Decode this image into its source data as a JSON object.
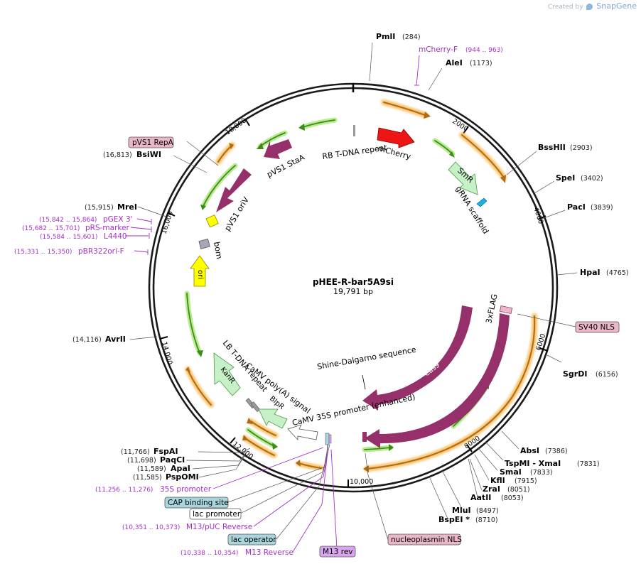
{
  "credit": {
    "prefix": "Created by",
    "brand": "SnapGene"
  },
  "plasmid": {
    "name": "pHEE-R-bar5A9si",
    "length": "19,791 bp"
  },
  "ticks": [
    "2000",
    "4000",
    "6000",
    "8000",
    "10,000",
    "12,000",
    "14,000",
    "16,000",
    "18,000"
  ],
  "sites": [
    {
      "name": "PmlI",
      "pos": "(284)"
    },
    {
      "name": "AleI",
      "pos": "(1173)"
    },
    {
      "name": "BssHII",
      "pos": "(2903)"
    },
    {
      "name": "SpeI",
      "pos": "(3402)"
    },
    {
      "name": "PacI",
      "pos": "(3839)"
    },
    {
      "name": "HpaI",
      "pos": "(4765)"
    },
    {
      "name": "SgrDI",
      "pos": "(6156)"
    },
    {
      "name": "AbsI",
      "pos": "(7386)"
    },
    {
      "name": "TspMI - XmaI",
      "pos": "(7831)"
    },
    {
      "name": "SmaI",
      "pos": "(7833)"
    },
    {
      "name": "KflI",
      "pos": "(7915)"
    },
    {
      "name": "ZraI",
      "pos": "(8051)"
    },
    {
      "name": "AatII",
      "pos": "(8053)"
    },
    {
      "name": "MluI",
      "pos": "(8497)"
    },
    {
      "name": "BspEI *",
      "pos": "(8710)"
    },
    {
      "name": "FspAI",
      "pos": "(11,766)"
    },
    {
      "name": "PaqCI",
      "pos": "(11,698)"
    },
    {
      "name": "ApaI",
      "pos": "(11,589)"
    },
    {
      "name": "PspOMI",
      "pos": "(11,585)"
    },
    {
      "name": "AvrII",
      "pos": "(14,116)"
    },
    {
      "name": "MreI",
      "pos": "(15,915)"
    },
    {
      "name": "BsiWI",
      "pos": "(16,813)"
    }
  ],
  "primers": [
    {
      "name": "mCherry-F",
      "range": "(944 .. 963)"
    },
    {
      "name": "pGEX 3'",
      "range": "(15,842 .. 15,864)"
    },
    {
      "name": "pRS-marker",
      "range": "(15,682 .. 15,701)"
    },
    {
      "name": "L4440",
      "range": "(15,584 .. 15,601)"
    },
    {
      "name": "pBR322ori-F",
      "range": "(15,331 .. 15,350)"
    },
    {
      "name": "35S promoter",
      "range": "(11,256 .. 11,276)"
    },
    {
      "name": "M13/pUC Reverse",
      "range": "(10,351 .. 10,373)"
    },
    {
      "name": "M13 Reverse",
      "range": "(10,338 .. 10,354)"
    }
  ],
  "boxed_features": [
    {
      "label": "pVS1 RepA",
      "color": "#e9b7c8"
    },
    {
      "label": "SV40 NLS",
      "color": "#e9b7c8"
    },
    {
      "label": "nucleoplasmin NLS",
      "color": "#e9b7c8"
    },
    {
      "label": "CAP binding site",
      "color": "#a9d6de"
    },
    {
      "label": "lac promoter",
      "color": "#ffffff"
    },
    {
      "label": "lac operator",
      "color": "#a9d6de"
    },
    {
      "label": "M13 rev",
      "color": "#d9a6ee"
    }
  ],
  "features": [
    "mCherry",
    "RB T-DNA repeat",
    "SmR",
    "gRNA scaffold",
    "pVS1 StaA",
    "pVS1 oriV",
    "bom",
    "ori",
    "3xFLAG",
    "Cas9",
    "Cas9",
    "Shine-Dalgarno sequence",
    "CaMV poly(A) signal",
    "LB T-DNA repeat",
    "KanR",
    "BlpR",
    "CaMV 35S promoter (enhanced)"
  ],
  "colors": {
    "backbone": "#1a1a1a",
    "feature": "#96306a",
    "mcherry": "#ee1515",
    "resistance": "#c6f1c6",
    "ori": "#ffff00",
    "bom": "#a6a8b8",
    "orf_orange": "#f2a640",
    "orf_green": "#7ecf3a",
    "primer": "#a52fc9"
  }
}
